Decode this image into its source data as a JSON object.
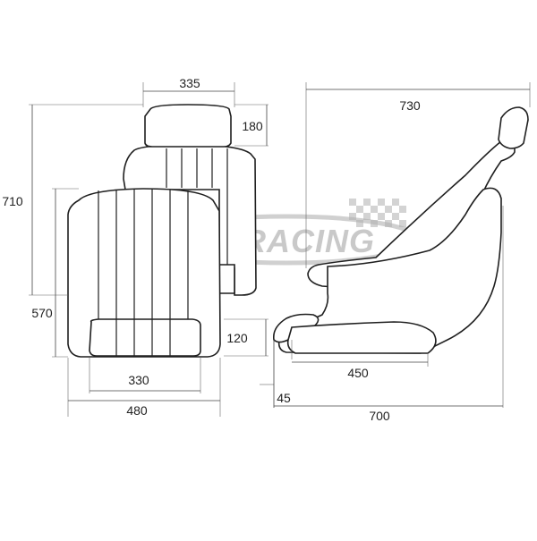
{
  "brand": {
    "logo_text": "A-RACING",
    "color": "#c9c9c9"
  },
  "dimensions": {
    "headrest_width": "335",
    "headrest_height": "180",
    "total_height": "710",
    "back_height": "570",
    "cushion_height": "120",
    "inner_width": "330",
    "outer_width": "480",
    "side_length": "730",
    "seat_length": "450",
    "rise": "45",
    "overall_depth": "700"
  },
  "colors": {
    "line": "#1f1f1f",
    "dimension": "#444444"
  }
}
